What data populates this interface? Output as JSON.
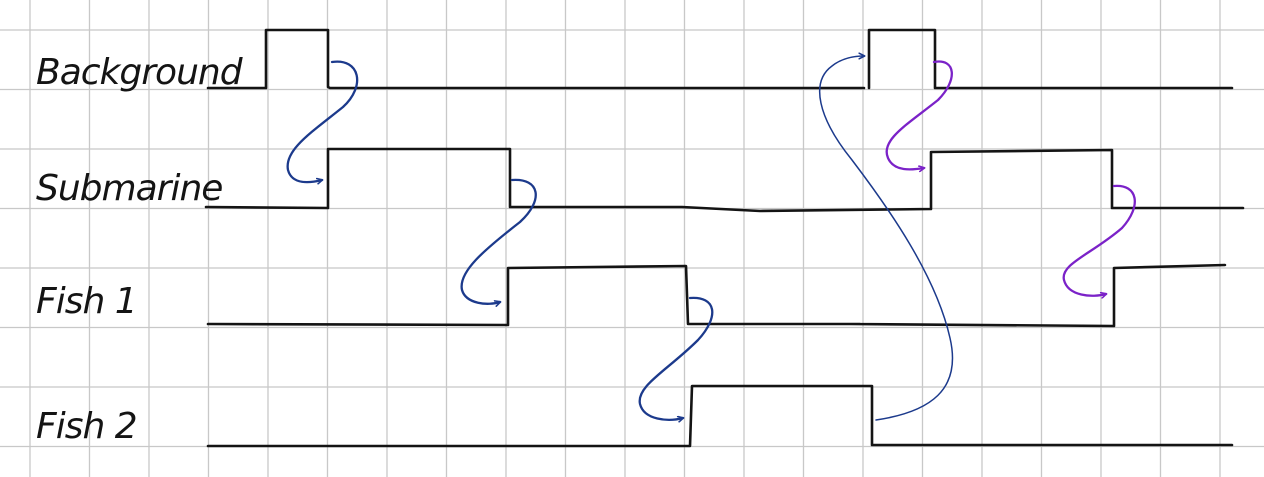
{
  "lanes": [
    {
      "id": "background",
      "label": "Background"
    },
    {
      "id": "submarine",
      "label": "Submarine"
    },
    {
      "id": "fish1",
      "label": "Fish  1"
    },
    {
      "id": "fish2",
      "label": "Fish  2"
    }
  ],
  "colors": {
    "grid": "#c8c8c8",
    "signal": "#141414",
    "arrow_blue": "#1c3a8c",
    "arrow_purple": "#7b22c8"
  }
}
